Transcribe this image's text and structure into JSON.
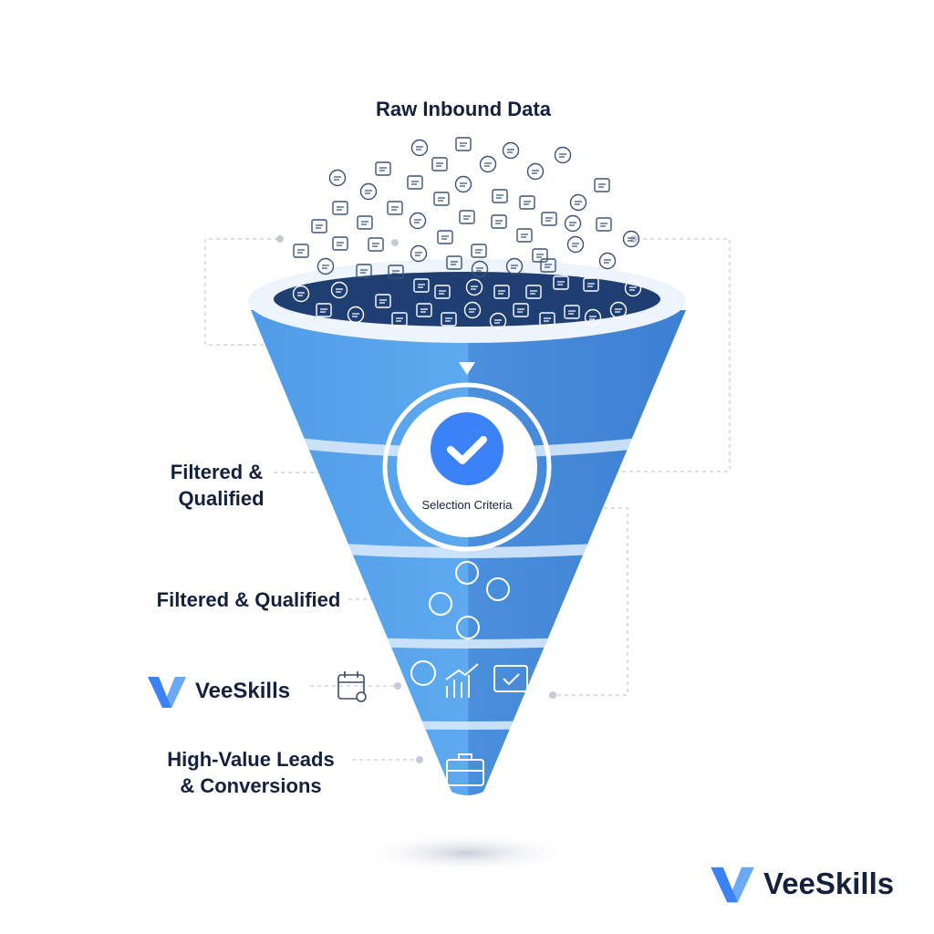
{
  "title": "Raw Inbound Data",
  "center_label": "Selection Criteria",
  "labels": {
    "stage1_line1": "Filtered &",
    "stage1_line2": "Qualified",
    "stage2": "Filtered & Qualified",
    "final_line1": "High-Value Leads",
    "final_line2": "& Conversions"
  },
  "brand": {
    "name": "VeeSkills"
  },
  "colors": {
    "funnel_light": "#5aa6ec",
    "funnel_dark": "#3f86d8",
    "mouth": "#1f3f73",
    "text": "#14213d",
    "accent": "#3b82f6"
  }
}
